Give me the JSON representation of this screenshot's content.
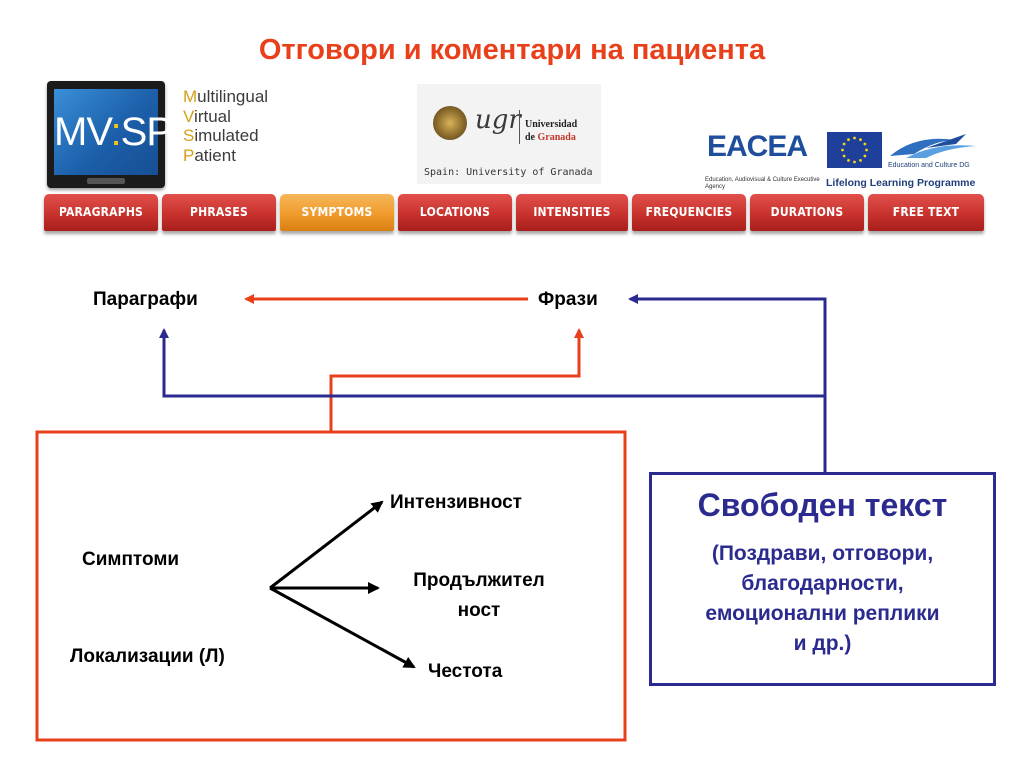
{
  "slide_title": "Отговори и коментари на пациента",
  "mvsp": {
    "logo_left": "MV",
    "logo_colon": ":",
    "logo_right": "SP",
    "line1_cap": "M",
    "line1_rest": "ultilingual",
    "line2_cap": "V",
    "line2_rest": "irtual",
    "line3_cap": "S",
    "line3_rest": "imulated",
    "line4_cap": "P",
    "line4_rest": "atient"
  },
  "ugr": {
    "logo_word": "ugr",
    "univ_line1": "Universidad",
    "univ_line2_prefix": "de ",
    "univ_line2_red": "Granada",
    "caption": "Spain: University of Granada"
  },
  "eacea": {
    "word": "EACEA",
    "word_a": "EAC",
    "word_b": "EA",
    "sub": "Education, Audiovisual & Culture Executive Agency"
  },
  "edu_dg": "Education and Culture DG",
  "llp": "Lifelong Learning Programme",
  "tabs": [
    {
      "label": "PARAGRAPHS",
      "active": false
    },
    {
      "label": "PHRASES",
      "active": false
    },
    {
      "label": "SYMPTOMS",
      "active": true
    },
    {
      "label": "LOCATIONS",
      "active": false
    },
    {
      "label": "INTENSITIES",
      "active": false
    },
    {
      "label": "FREQUENCIES",
      "active": false
    },
    {
      "label": "DURATIONS",
      "active": false
    },
    {
      "label": "FREE TEXT",
      "active": false
    }
  ],
  "diagram": {
    "paragraphs": "Параграфи",
    "phrases": "Фрази",
    "symptoms": "Симптоми",
    "locations": "Локализации (Л)",
    "intensity": "Интензивност",
    "duration_1": "Продължител",
    "duration_2": "ност",
    "frequency": "Честота",
    "free_text_title": "Свободен текст",
    "free_text_line1": "(Поздрави, отговори,",
    "free_text_line2": "благодарности,",
    "free_text_line3": "емоционални реплики",
    "free_text_line4": "и др.)"
  },
  "colors": {
    "title": "#e8401a",
    "red_line": "#e8401a",
    "blue_line": "#2b2b8f",
    "tab": "#c8322d",
    "tab_active": "#f09b2c"
  }
}
